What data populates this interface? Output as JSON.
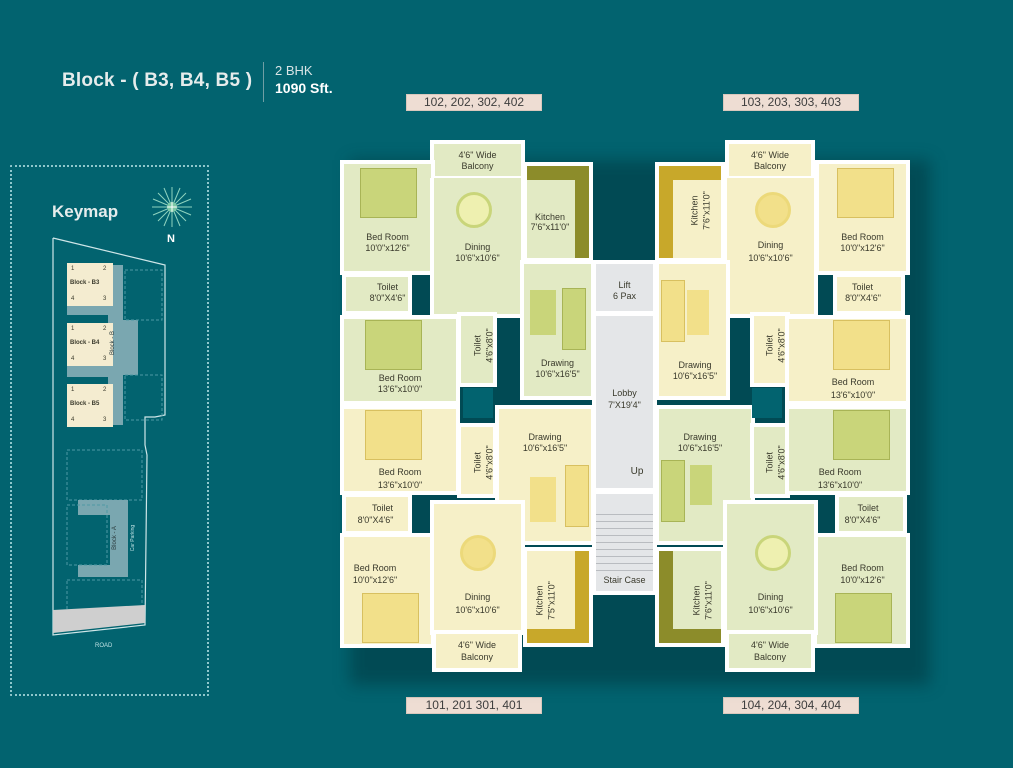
{
  "header": {
    "title": "Block - ( B3, B4, B5 )",
    "bhk": "2 BHK",
    "area": "1090 Sft."
  },
  "keymap": {
    "title": "Keymap",
    "north_label": "N",
    "blocks": [
      {
        "label": "Block - B3",
        "units": [
          "1",
          "2",
          "4",
          "3"
        ]
      },
      {
        "label": "Block - B4",
        "units": [
          "1",
          "2",
          "4",
          "3"
        ]
      },
      {
        "label": "Block - B5",
        "units": [
          "1",
          "2",
          "4",
          "3"
        ]
      }
    ],
    "block_b_label": "Block - B",
    "block_a_label": "Block - A",
    "car_parking_label": "Car Parking",
    "road_label": "ROAD"
  },
  "unit_tags": {
    "top_left": "102, 202, 302, 402",
    "top_right": "103, 203, 303, 403",
    "bottom_left": "101, 201 301, 401",
    "bottom_right": "104, 204, 304, 404"
  },
  "floorplan": {
    "colors": {
      "background": "#02636f",
      "green_unit": "#e2eac4",
      "yellow_unit": "#f6f0c8",
      "core": "#e4e6e8",
      "walls": "#ffffff",
      "green_furniture": "#c9d57a",
      "yellow_furniture": "#ecd97a",
      "green_kitchen": "#8c8c2a",
      "yellow_kitchen": "#c8a82a"
    },
    "core": {
      "lift": {
        "name": "Lift",
        "capacity": "6 Pax"
      },
      "lobby": {
        "name": "Lobby",
        "size": "7'X19'4\""
      },
      "up_label": "Up",
      "stair": "Stair Case"
    },
    "units": {
      "top_left": {
        "balcony": {
          "name": "4'6\" Wide",
          "sub": "Balcony"
        },
        "bedroom1": {
          "name": "Bed Room",
          "size": "10'0\"x12'6\""
        },
        "dining": {
          "name": "Dining",
          "size": "10'6\"x10'6\""
        },
        "kitchen": {
          "name": "Kitchen",
          "size": "7'6\"x11'0\""
        },
        "toilet1": {
          "name": "Toilet",
          "size": "8'0\"X4'6\""
        },
        "toilet2": {
          "name": "Toilet",
          "size": "4'6\"x8'0\""
        },
        "drawing": {
          "name": "Drawing",
          "size": "10'6\"x16'5\""
        },
        "bedroom2": {
          "name": "Bed Room",
          "size": "13'6\"x10'0\""
        }
      },
      "top_right": {
        "balcony": {
          "name": "4'6\" Wide",
          "sub": "Balcony"
        },
        "kitchen": {
          "name": "Kitchen",
          "size": "7'6\"x11'0\""
        },
        "dining": {
          "name": "Dining",
          "size": "10'6\"x10'6\""
        },
        "bedroom1": {
          "name": "Bed Room",
          "size": "10'0\"x12'6\""
        },
        "toilet1": {
          "name": "Toilet",
          "size": "8'0\"X4'6\""
        },
        "drawing": {
          "name": "Drawing",
          "size": "10'6\"x16'5\""
        },
        "toilet2": {
          "name": "Toilet",
          "size": "4'6\"x8'0\""
        },
        "bedroom2": {
          "name": "Bed Room",
          "size": "13'6\"x10'0\""
        }
      },
      "bottom_left": {
        "bedroom2": {
          "name": "Bed Room",
          "size": "13'6\"x10'0\""
        },
        "toilet2": {
          "name": "Toilet",
          "size": "4'6\"x8'0\""
        },
        "drawing": {
          "name": "Drawing",
          "size": "10'6\"x16'5\""
        },
        "toilet1": {
          "name": "Toilet",
          "size": "8'0\"X4'6\""
        },
        "bedroom1": {
          "name": "Bed Room",
          "size": "10'0\"x12'6\""
        },
        "dining": {
          "name": "Dining",
          "size": "10'6\"x10'6\""
        },
        "kitchen": {
          "name": "Kitchen",
          "size": "7'5\"x11'0\""
        },
        "balcony": {
          "name": "4'6\" Wide",
          "sub": "Balcony"
        }
      },
      "bottom_right": {
        "drawing": {
          "name": "Drawing",
          "size": "10'6\"x16'5\""
        },
        "toilet2": {
          "name": "Toilet",
          "size": "4'6\"x8'0\""
        },
        "bedroom2": {
          "name": "Bed Room",
          "size": "13'6\"x10'0\""
        },
        "toilet1": {
          "name": "Toilet",
          "size": "8'0\"X4'6\""
        },
        "bedroom1": {
          "name": "Bed Room",
          "size": "10'0\"x12'6\""
        },
        "kitchen": {
          "name": "Kitchen",
          "size": "7'6\"x11'0\""
        },
        "dining": {
          "name": "Dining",
          "size": "10'6\"x10'6\""
        },
        "balcony": {
          "name": "4'6\" Wide",
          "sub": "Balcony"
        }
      }
    }
  }
}
